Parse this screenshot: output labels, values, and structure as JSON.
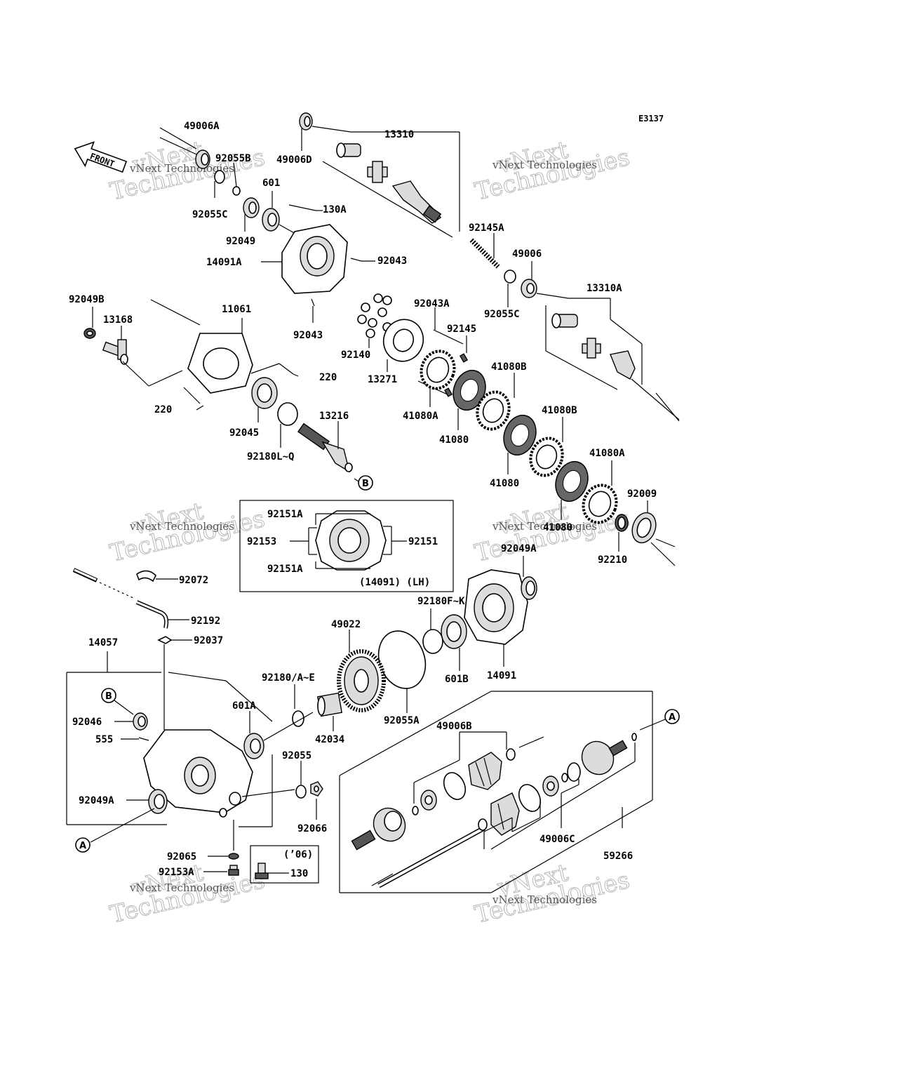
{
  "diagram_code": "E3137",
  "front_label": "FRONT",
  "watermark": {
    "line1": "vNext",
    "line2": "Technologies",
    "small": "vNext Technologies"
  },
  "inset_rh_note": "(14091) (LH)",
  "inset_year_note": "(’06)",
  "ref_markers": {
    "a": "A",
    "b": "B"
  },
  "labels": {
    "p49006A": "49006A",
    "p92055B": "92055B",
    "p92055C_top": "92055C",
    "p601": "601",
    "p92049": "92049",
    "p130A": "130A",
    "p14091A": "14091A",
    "p92043_top": "92043",
    "p92043_bot": "92043",
    "p49006D": "49006D",
    "p13310": "13310",
    "p92145A": "92145A",
    "p49006": "49006",
    "p92055C_mid": "92055C",
    "p13310A": "13310A",
    "p92049B": "92049B",
    "p13168": "13168",
    "p11061": "11061",
    "p220_right": "220",
    "p220_left": "220",
    "p92045": "92045",
    "p92180LQ": "92180L~Q",
    "p13216": "13216",
    "p92043A": "92043A",
    "p92145": "92145",
    "p92140": "92140",
    "p13271": "13271",
    "p41080A_1": "41080A",
    "p41080_1": "41080",
    "p41080B_1": "41080B",
    "p41080B_2": "41080B",
    "p41080_2": "41080",
    "p41080A_2": "41080A",
    "p41080_3": "41080",
    "p92009": "92009",
    "p92210": "92210",
    "p92151A_top": "92151A",
    "p92153": "92153",
    "p92151": "92151",
    "p92151A_bot": "92151A",
    "p92072": "92072",
    "p92192": "92192",
    "p92037": "92037",
    "p14057": "14057",
    "p92049A_top": "92049A",
    "p92180FK": "92180F~K",
    "p49022": "49022",
    "p601B": "601B",
    "p14091": "14091",
    "p92180AE": "92180/A~E",
    "p601A": "601A",
    "p92055A": "92055A",
    "p42034": "42034",
    "p92046": "92046",
    "p555": "555",
    "p92055": "92055",
    "p92066": "92066",
    "p92049A_bot": "92049A",
    "p49006B": "49006B",
    "p49006C": "49006C",
    "p59266": "59266",
    "p92065": "92065",
    "p92153A": "92153A",
    "p130": "130"
  }
}
